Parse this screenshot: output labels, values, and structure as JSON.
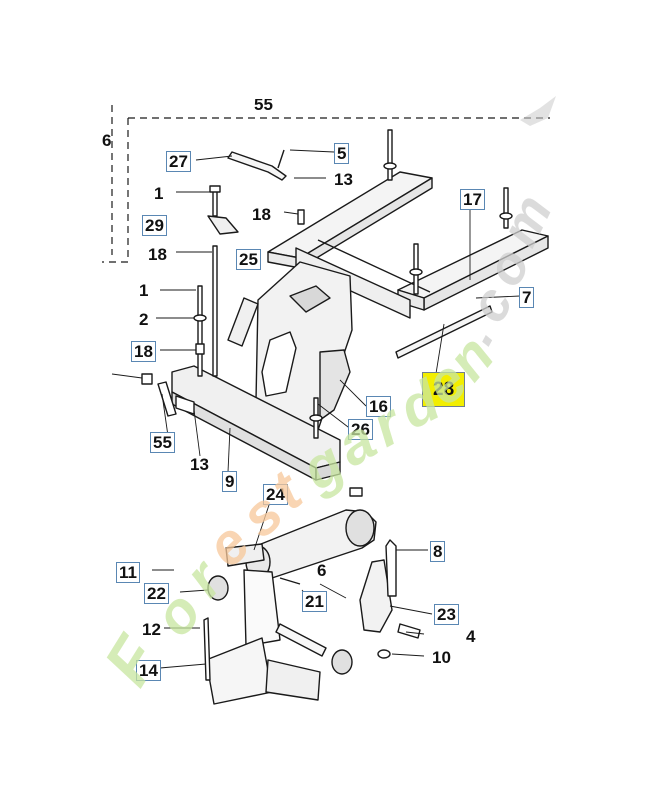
{
  "diagram": {
    "callouts": [
      {
        "id": "c27",
        "label": "27",
        "boxed": true
      },
      {
        "id": "c5",
        "label": "5",
        "boxed": true
      },
      {
        "id": "c13a",
        "label": "13",
        "boxed": false
      },
      {
        "id": "c1a",
        "label": "1",
        "boxed": false
      },
      {
        "id": "c18a",
        "label": "18",
        "boxed": false
      },
      {
        "id": "c29",
        "label": "29",
        "boxed": true
      },
      {
        "id": "c18b",
        "label": "18",
        "boxed": false
      },
      {
        "id": "c25",
        "label": "25",
        "boxed": true
      },
      {
        "id": "c17",
        "label": "17",
        "boxed": true
      },
      {
        "id": "c1b",
        "label": "1",
        "boxed": false
      },
      {
        "id": "c7",
        "label": "7",
        "boxed": true
      },
      {
        "id": "c2",
        "label": "2",
        "boxed": false
      },
      {
        "id": "c18c",
        "label": "18",
        "boxed": true
      },
      {
        "id": "c28",
        "label": "28",
        "boxed": true,
        "highlight": true
      },
      {
        "id": "c16",
        "label": "16",
        "boxed": true
      },
      {
        "id": "c26",
        "label": "26",
        "boxed": true
      },
      {
        "id": "c55",
        "label": "55",
        "boxed": true
      },
      {
        "id": "c13b",
        "label": "13",
        "boxed": false
      },
      {
        "id": "c9",
        "label": "9",
        "boxed": true
      },
      {
        "id": "c24",
        "label": "24",
        "boxed": true
      },
      {
        "id": "c8",
        "label": "8",
        "boxed": true
      },
      {
        "id": "c11",
        "label": "11",
        "boxed": true
      },
      {
        "id": "c6",
        "label": "6",
        "boxed": false
      },
      {
        "id": "c22",
        "label": "22",
        "boxed": true
      },
      {
        "id": "c21",
        "label": "21",
        "boxed": true
      },
      {
        "id": "c23",
        "label": "23",
        "boxed": true
      },
      {
        "id": "c12",
        "label": "12",
        "boxed": false
      },
      {
        "id": "c4",
        "label": "4",
        "boxed": false
      },
      {
        "id": "c10",
        "label": "10",
        "boxed": false
      },
      {
        "id": "c14",
        "label": "14",
        "boxed": true
      }
    ],
    "partial_label_top": "55",
    "partial_label_left": "6"
  },
  "watermark": {
    "text": "Forestgarden.com",
    "colors": {
      "primary": "#c8e6a0",
      "accent": "#f7c89a",
      "gray": "#cfcfcf"
    }
  }
}
